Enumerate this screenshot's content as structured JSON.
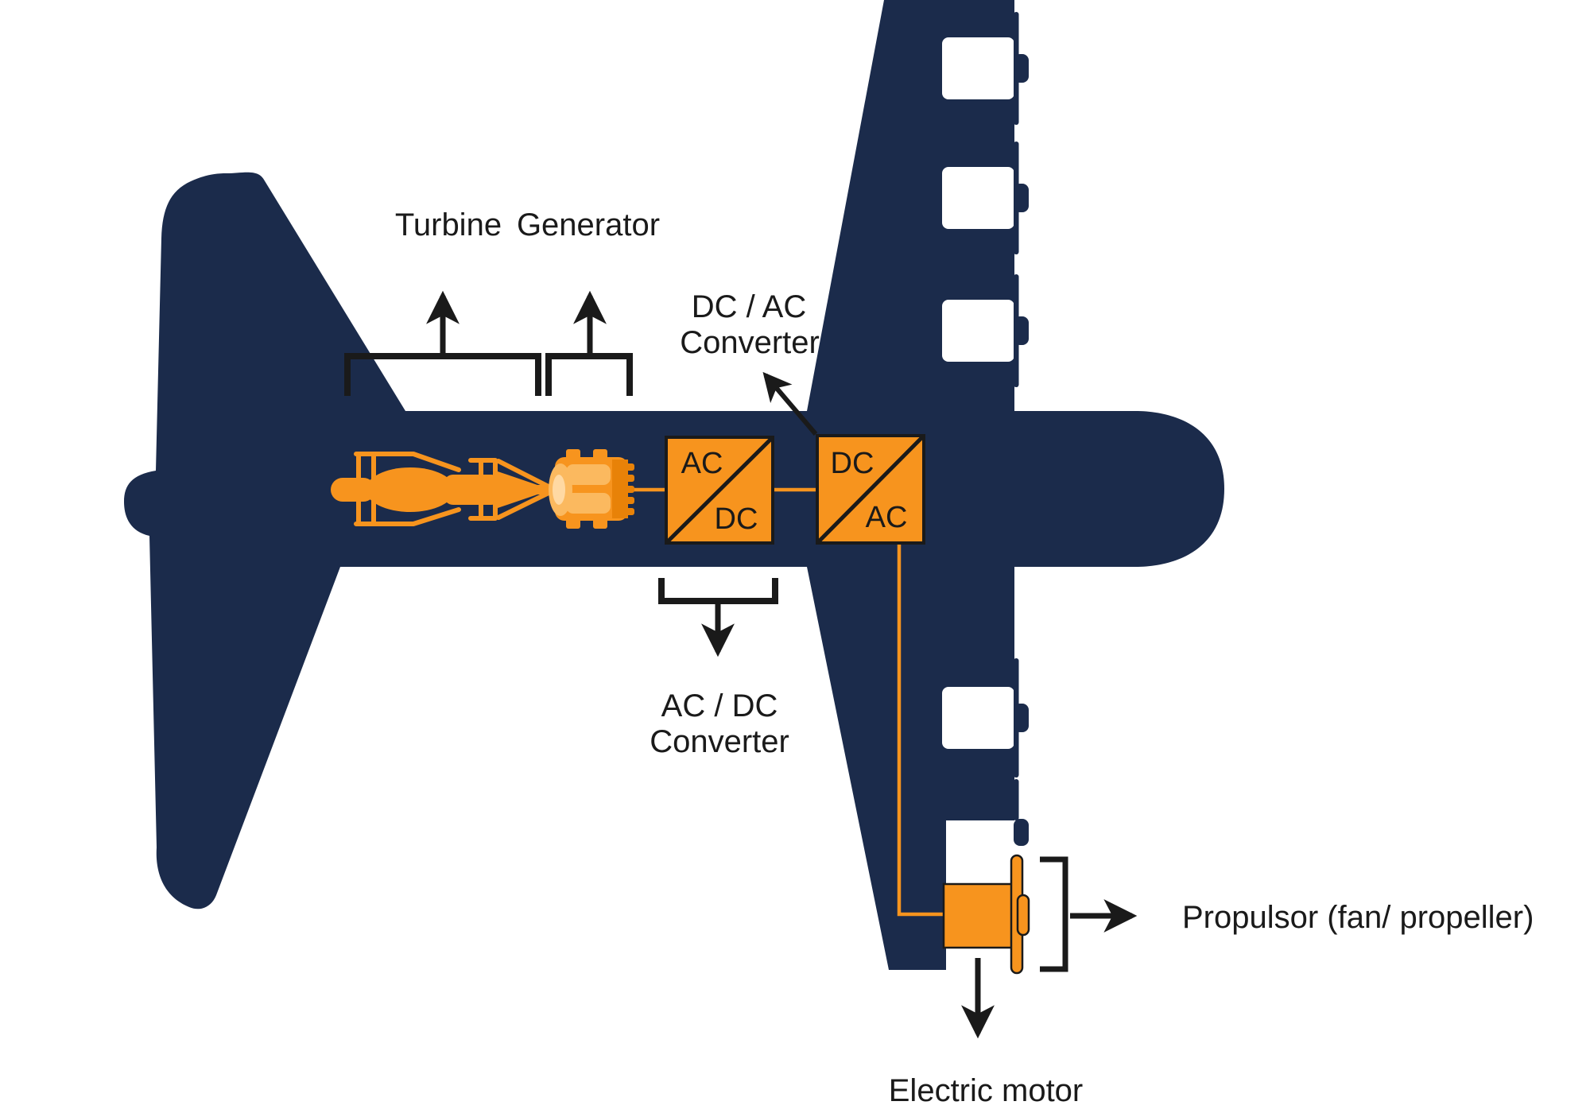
{
  "title": "Turboelectric aircraft propulsion diagram",
  "colors": {
    "navy": "#1B2B4B",
    "orange": "#F7941E",
    "orange_dark": "#E88208",
    "orange_light": "#FBB95F",
    "orange_pale": "#FFD9A3",
    "ink": "#1A1A1A",
    "background": "#FFFFFF"
  },
  "labels": {
    "turbine": "Turbine",
    "generator": "Generator",
    "dc_ac_line1": "DC / AC",
    "dc_ac_line2": "Converter",
    "ac_dc_line1": "AC / DC",
    "ac_dc_line2": "Converter",
    "propulsor": "Propulsor (fan/ propeller)",
    "electric_motor": "Electric motor"
  },
  "boxes": {
    "ac_dc": {
      "top": "AC",
      "bottom": "DC"
    },
    "dc_ac": {
      "top": "DC",
      "bottom": "AC"
    }
  }
}
